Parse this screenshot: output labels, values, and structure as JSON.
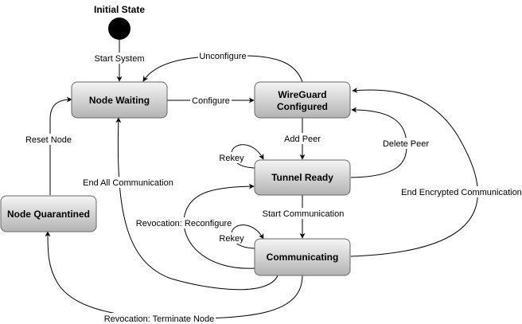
{
  "initial_state": {
    "label": "Initial State"
  },
  "states": {
    "node_waiting": "Node Waiting",
    "wireguard_configured_line1": "WireGuard",
    "wireguard_configured_line2": "Configured",
    "tunnel_ready": "Tunnel Ready",
    "communicating": "Communicating",
    "node_quarantined": "Node Quarantined"
  },
  "transitions": {
    "start_system": "Start System",
    "unconfigure": "Unconfigure",
    "configure": "Configure",
    "add_peer": "Add Peer",
    "delete_peer": "Delete Peer",
    "rekey_tunnel": "Rekey",
    "rekey_comm": "Rekey",
    "start_communication": "Start Communication",
    "end_all_communication": "End All Communication",
    "end_encrypted_communication": "End Encrypted Communication",
    "revocation_reconfigure": "Revocation: Reconfigure",
    "revocation_terminate_node": "Revocation: Terminate Node",
    "reset_node": "Reset Node"
  },
  "colors": {
    "node_fill_top": "#f5f5f5",
    "node_fill_bottom": "#b3b3b3",
    "node_stroke": "#666666",
    "edge": "#000000"
  }
}
